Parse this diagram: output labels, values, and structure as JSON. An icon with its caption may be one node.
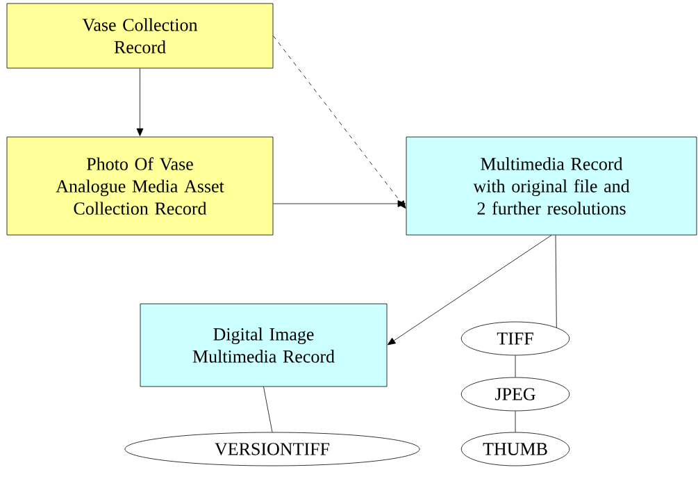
{
  "diagram": {
    "nodes": [
      {
        "text": [
          "Vase Collection Record"
        ]
      },
      {
        "text": [
          "Photo Of Vase Analogue Media Asset Collection Record"
        ]
      },
      {
        "text": [
          "Multimedia Record with original file and 2 further resolutions"
        ]
      },
      {
        "text": [
          "Digital Image Multimedia Record"
        ]
      },
      {
        "text": [
          "TIFF"
        ]
      },
      {
        "text": [
          "JPEG"
        ]
      },
      {
        "text": [
          "THUMB"
        ]
      },
      {
        "text": [
          "VERSIONTIFF"
        ]
      }
    ],
    "edges": [
      {
        "from": 0,
        "to": 1,
        "arrow": "to"
      },
      {
        "from": 0,
        "to": 2,
        "arrow": "to",
        "style": "dashed"
      },
      {
        "from": 1,
        "to": 2,
        "arrow": "to"
      },
      {
        "from": 2,
        "to": 3,
        "arrow": "to"
      },
      {
        "from": 2,
        "to": 4,
        "arrow": "none"
      },
      {
        "from": 4,
        "to": 5,
        "arrow": "none"
      },
      {
        "from": 5,
        "to": 6,
        "arrow": "none"
      },
      {
        "from": 3,
        "to": 7,
        "arrow": "none"
      }
    ]
  }
}
